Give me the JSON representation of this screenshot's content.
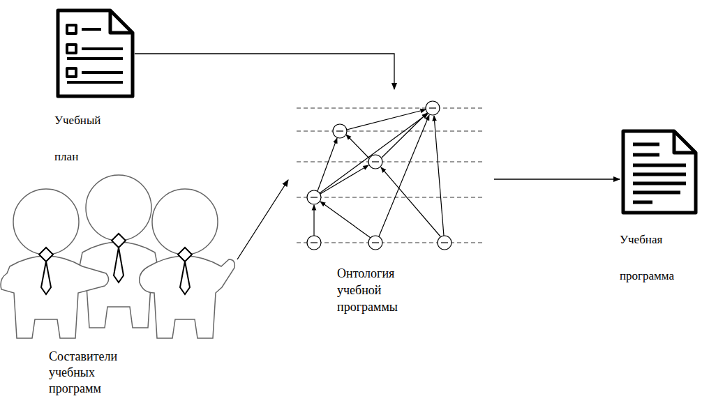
{
  "diagram": {
    "nodes": [
      {
        "text": [
          "Учебный план"
        ]
      },
      {
        "text": [
          "Составители учебных программ"
        ]
      },
      {
        "text": [
          "Онтология учебной программы"
        ]
      },
      {
        "text": [
          "Учебная программа"
        ]
      }
    ],
    "edges": [
      {
        "from": 0,
        "to": 2,
        "arrow": "to"
      },
      {
        "from": 1,
        "to": 2,
        "arrow": "to"
      },
      {
        "from": 2,
        "to": 3,
        "arrow": "to"
      }
    ]
  }
}
